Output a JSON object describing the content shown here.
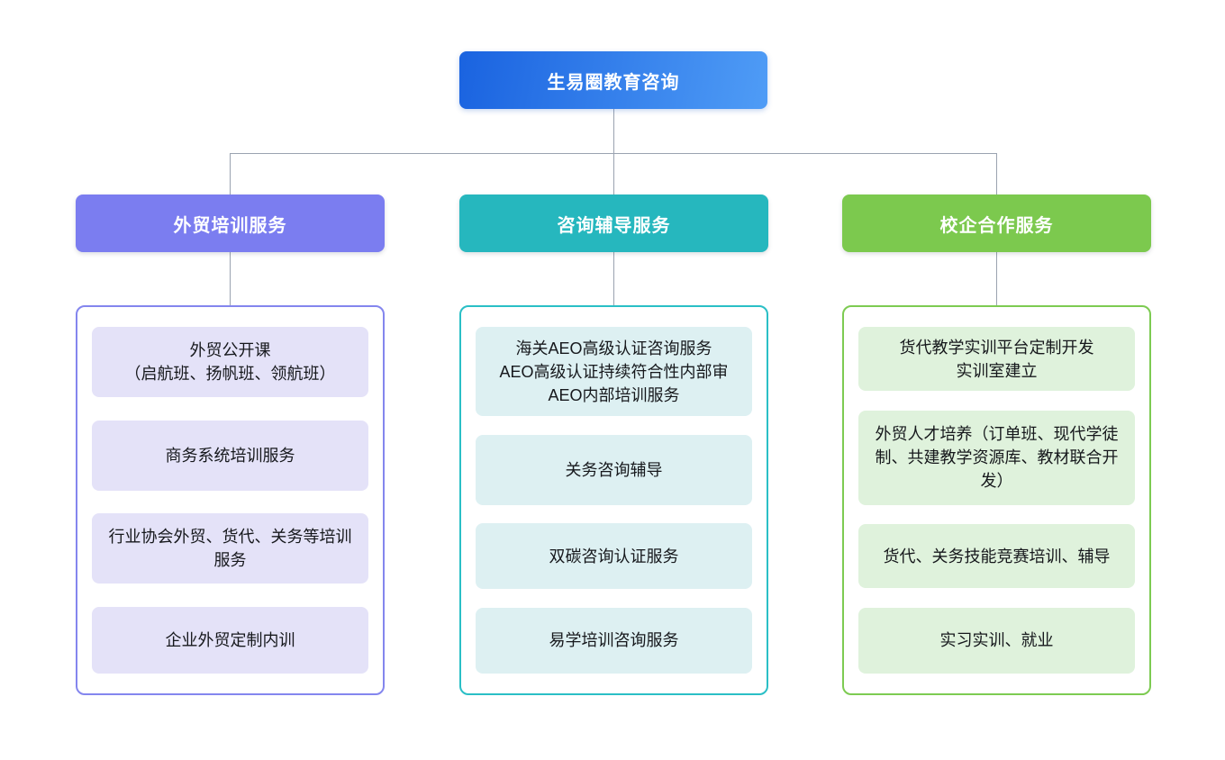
{
  "root": {
    "label": "生易圈教育咨询",
    "gradient_from": "#1a63e0",
    "gradient_to": "#4f9cf6"
  },
  "connector_color": "#9aa3b0",
  "columns": [
    {
      "header": "外贸培训服务",
      "accent": "#7b7df0",
      "border": "#8486ee",
      "item_bg": "#e4e2f8",
      "items": [
        {
          "text": "外贸公开课\n（启航班、扬帆班、领航班）"
        },
        {
          "text": "商务系统培训服务"
        },
        {
          "text": "行业协会外贸、货代、关务等培训服务"
        },
        {
          "text": "企业外贸定制内训"
        }
      ]
    },
    {
      "header": "咨询辅导服务",
      "accent": "#26b7be",
      "border": "#2abfc6",
      "item_bg": "#ddf0f2",
      "items": [
        {
          "text": "海关AEO高级认证咨询服务\nAEO高级认证持续符合性内部审\nAEO内部培训服务"
        },
        {
          "text": "关务咨询辅导"
        },
        {
          "text": "双碳咨询认证服务"
        },
        {
          "text": "易学培训咨询服务"
        }
      ]
    },
    {
      "header": "校企合作服务",
      "accent": "#7cc94e",
      "border": "#7dcb52",
      "item_bg": "#dff2dc",
      "items": [
        {
          "text": "货代教学实训平台定制开发\n实训室建立"
        },
        {
          "text": "外贸人才培养（订单班、现代学徒制、共建教学资源库、教材联合开发）"
        },
        {
          "text": "货代、关务技能竞赛培训、辅导"
        },
        {
          "text": "实习实训、就业"
        }
      ]
    }
  ]
}
